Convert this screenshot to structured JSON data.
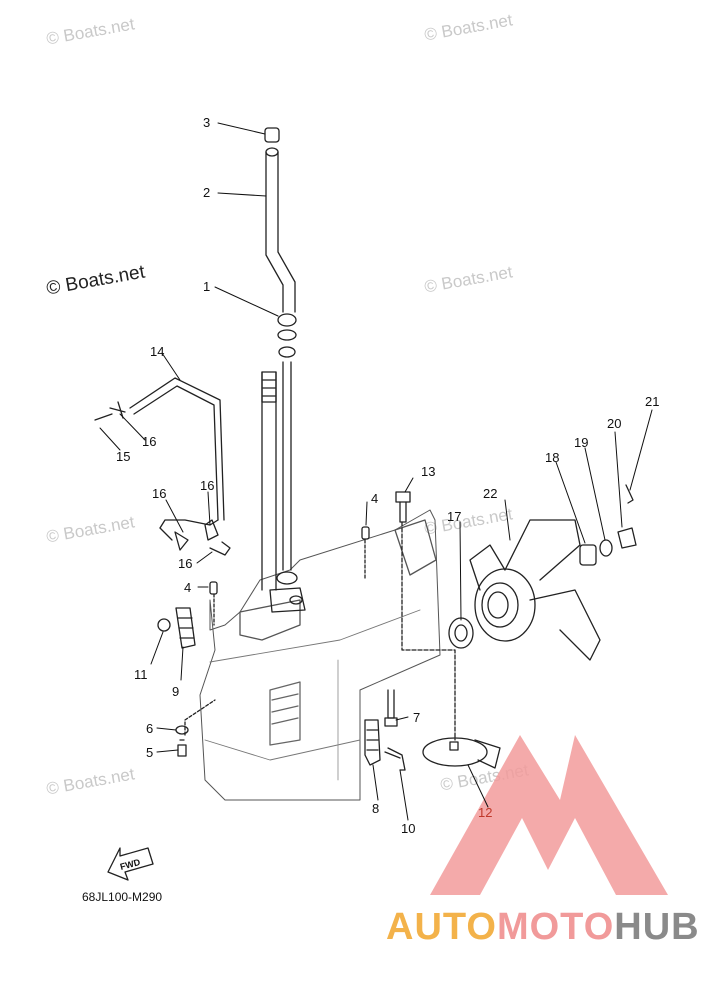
{
  "watermarks": [
    "© Boats.net",
    "© Boats.net",
    "© Boats.net",
    "© Boats.net",
    "© Boats.net",
    "© Boats.net",
    "© Boats.net"
  ],
  "watermark_main": "© Boats.net",
  "diagram_code": "68JL100-M290",
  "fwd_label": "FWD",
  "logo": {
    "part1": "AUTO",
    "part2": "MOTO",
    "part3": "HUB"
  },
  "colors": {
    "logo_triangle": "#f08a8a",
    "logo_auto": "#f3b24a",
    "logo_moto": "#f19a9a",
    "logo_hub": "#8a8a8a"
  },
  "callouts": [
    "3",
    "2",
    "1",
    "14",
    "16",
    "15",
    "4",
    "13",
    "16",
    "16",
    "16",
    "4",
    "22",
    "17",
    "18",
    "19",
    "20",
    "21",
    "11",
    "9",
    "6",
    "5",
    "7",
    "8",
    "10",
    "12"
  ]
}
